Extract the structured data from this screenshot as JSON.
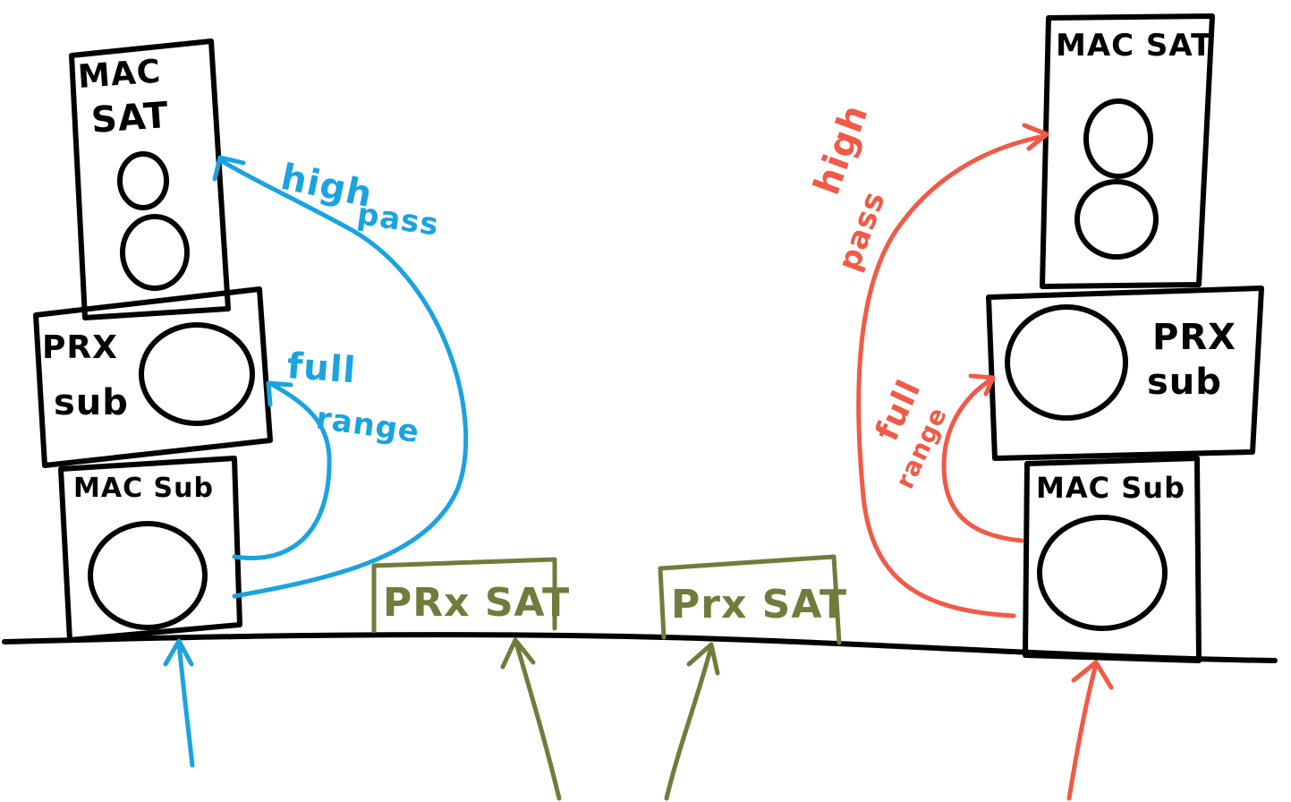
{
  "colors": {
    "ink": "#000000",
    "blue": "#1aa3e0",
    "red": "#f05a46",
    "olive": "#6f7c3b",
    "background": "#ffffff"
  },
  "left_stack": {
    "top_box": {
      "line1": "MAC",
      "line2": "SAT"
    },
    "middle_box": {
      "line1": "PRX",
      "line2": "sub"
    },
    "bottom_box": {
      "label": "MAC Sub"
    },
    "labels": {
      "high_1": "high",
      "high_2": "pass",
      "full_1": "full",
      "full_2": "range"
    }
  },
  "right_stack": {
    "top_box": {
      "label": "MAC SAT"
    },
    "middle_box": {
      "line1": "PRX",
      "line2": "sub"
    },
    "bottom_box": {
      "label": "MAC Sub"
    },
    "labels": {
      "high_1": "high",
      "high_2": "pass",
      "full_1": "full",
      "full_2": "range"
    }
  },
  "floor_boxes": {
    "left": {
      "label": "PRx SAT"
    },
    "right": {
      "label": "Prx SAT"
    }
  }
}
